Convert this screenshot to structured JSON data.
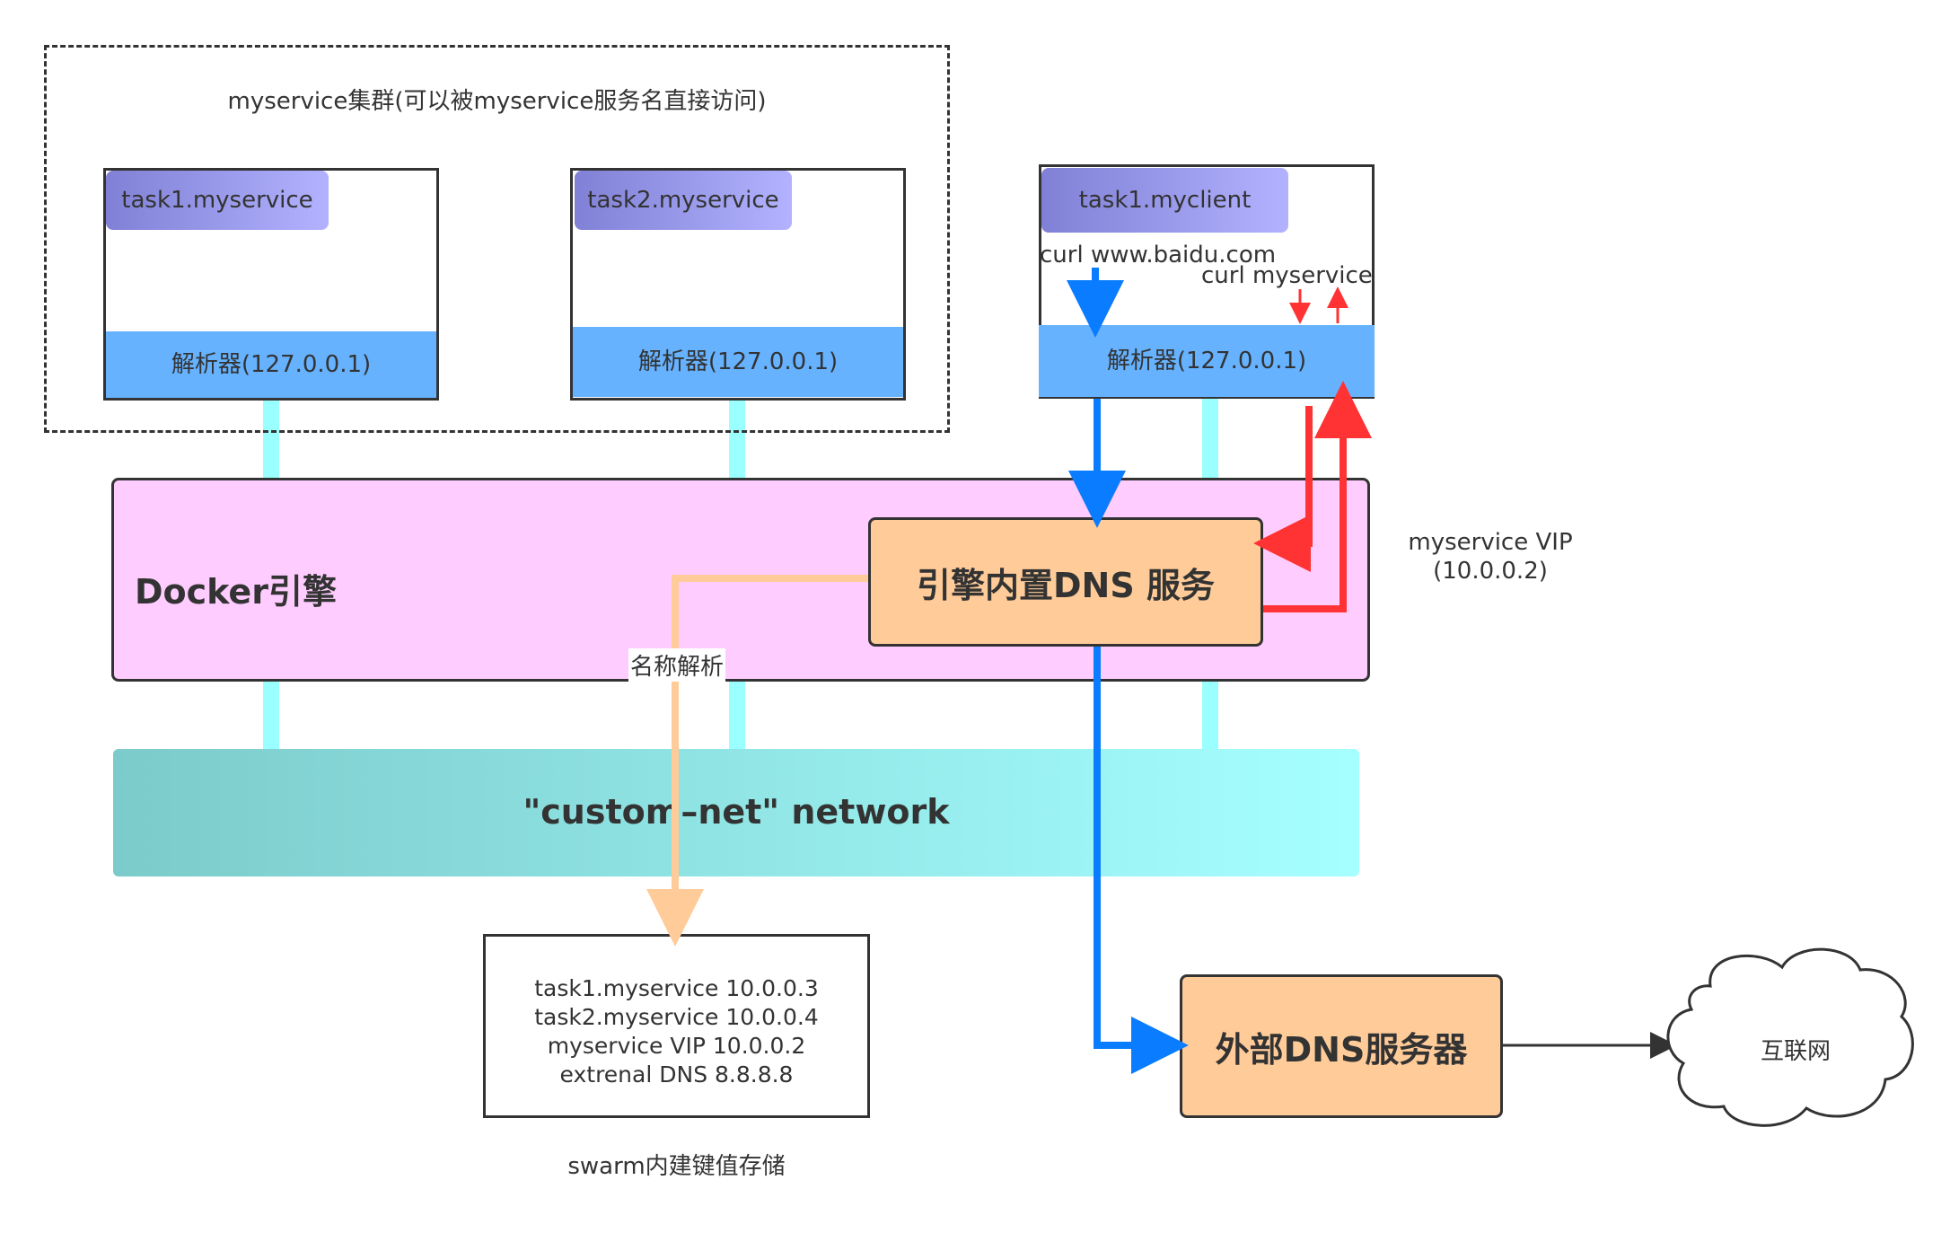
{
  "cluster": {
    "label": "myservice集群(可以被myservice服务名直接访问)"
  },
  "tasks": [
    {
      "name": "task1.myservice",
      "resolver": "解析器(127.0.0.1)"
    },
    {
      "name": "task2.myservice",
      "resolver": "解析器(127.0.0.1)"
    },
    {
      "name": "task1.myclient",
      "resolver": "解析器(127.0.0.1)"
    }
  ],
  "client": {
    "curl_external": "curl www.baidu.com",
    "curl_service": "curl myservice"
  },
  "engine": {
    "label": "Docker引擎",
    "dns_service": "引擎内置DNS 服务",
    "name_resolution": "名称解析"
  },
  "vip": {
    "line1": "myservice VIP",
    "line2": "(10.0.0.2)"
  },
  "network": {
    "label": "\"custom–net\" network"
  },
  "kv_store": {
    "entries": [
      "task1.myservice 10.0.0.3",
      "task2.myservice 10.0.0.4",
      "myservice VIP 10.0.0.2",
      "extrenal DNS 8.8.8.8"
    ],
    "caption": "swarm内建键值存储"
  },
  "external_dns": {
    "label": "外部DNS服务器"
  },
  "internet": {
    "label": "互联网"
  },
  "colors": {
    "blue_flow": "#0a7cff",
    "red_flow": "#ff3333",
    "orange_flow": "#ffcc99",
    "link": "#99ffff"
  }
}
